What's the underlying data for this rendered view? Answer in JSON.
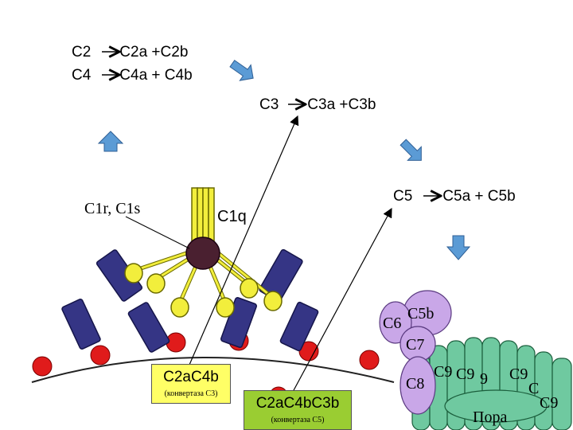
{
  "reactions": {
    "c2": {
      "substrate": "C2",
      "products": "C2a +C2b"
    },
    "c4": {
      "substrate": "C4",
      "products": "C4a + C4b"
    },
    "c3": {
      "substrate": "C3",
      "products": "C3a +C3b"
    },
    "c5": {
      "substrate": "C5",
      "products": "C5a + C5b"
    }
  },
  "labels": {
    "c1r_c1s": "C1r, C1s",
    "c1q": "C1q",
    "c6": "C6",
    "c5b": "C5b",
    "c7": "C7",
    "c8": "C8",
    "c9_a": "C9",
    "c9_b": "C9",
    "c9_c": "9",
    "c9_d": "C9",
    "c9_e": "C",
    "c9_f": "C9",
    "pore": "Пора"
  },
  "boxes": {
    "c3_convertase": {
      "name": "C2aC4b",
      "note": "(конвертаза С3)"
    },
    "c5_convertase": {
      "name": "C2aC4bC3b",
      "note": "(конвертаза С5)"
    }
  },
  "colors": {
    "arrow_blue": "#5b9bd5",
    "convertase_green": "#9acd32",
    "c5_convertase_yellow": "#ffff66",
    "receptor_purple": "#353585",
    "c1q_yellow": "#f2ee3c",
    "membrane_red": "#e01b1b",
    "mac_purple": "#c9a7e8",
    "pore_green": "#6fc9a0"
  }
}
